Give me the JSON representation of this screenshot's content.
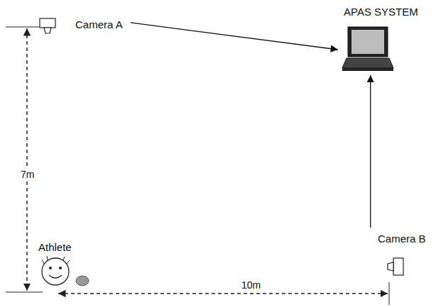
{
  "diagram": {
    "nodes": [
      {
        "text": [
          "Camera A"
        ]
      },
      {
        "text": [
          "APAS SYSTEM"
        ]
      },
      {
        "text": [
          "Athlete"
        ]
      },
      {
        "text": [
          "Camera B"
        ]
      }
    ],
    "edges": [
      {
        "from": 0,
        "to": 1,
        "arrow": "to"
      },
      {
        "from": 3,
        "to": 1,
        "arrow": "to"
      }
    ],
    "labels": [
      "7m",
      "10m"
    ]
  }
}
